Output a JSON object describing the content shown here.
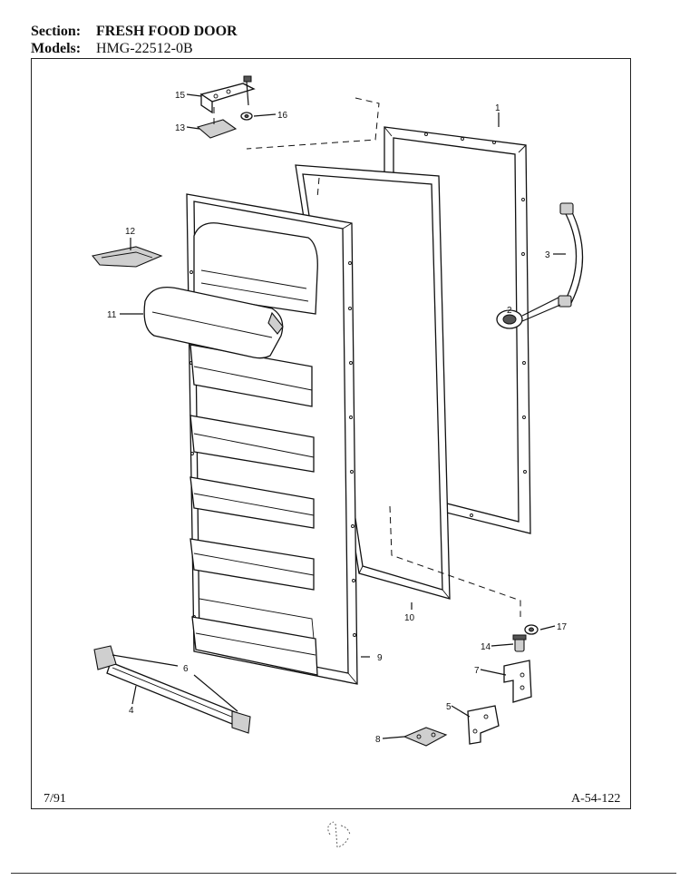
{
  "header": {
    "section_label": "Section:",
    "section_value": "FRESH FOOD DOOR",
    "models_label": "Models:",
    "models_value": "HMG-22512-0B"
  },
  "footer": {
    "date": "7/91",
    "code": "A-54-122"
  },
  "callouts": [
    "1",
    "2",
    "3",
    "4",
    "5",
    "6",
    "7",
    "8",
    "9",
    "10",
    "11",
    "12",
    "13",
    "14",
    "15",
    "16",
    "17"
  ]
}
